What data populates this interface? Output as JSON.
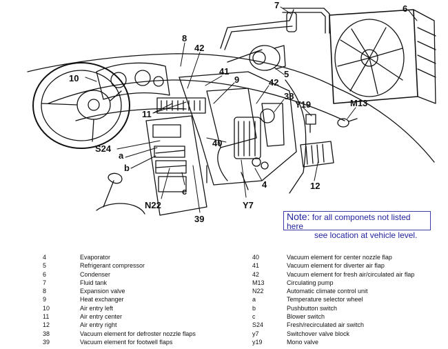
{
  "callouts": {
    "c7": "7",
    "c6": "6",
    "c8": "8",
    "c42a": "42",
    "c41": "41",
    "c5": "5",
    "c10": "10",
    "c9": "9",
    "c42b": "42",
    "c38": "38",
    "cY19": "Y19",
    "cM13": "M13",
    "c11": "11",
    "cS24": "S24",
    "ca": "a",
    "c40": "40",
    "cb": "b",
    "c4": "4",
    "c12": "12",
    "cc": "c",
    "cN22": "N22",
    "c39": "39",
    "cY7": "Y7"
  },
  "note": {
    "label": "Note:",
    "line1": "for all componets not listed here",
    "line2": "see location at vehicle level."
  },
  "legend": {
    "left": [
      {
        "code": "4",
        "text": "Evaporator"
      },
      {
        "code": "5",
        "text": "Refrigerant compressor"
      },
      {
        "code": "6",
        "text": "Condenser"
      },
      {
        "code": "7",
        "text": "Fluid tank"
      },
      {
        "code": "8",
        "text": "Expansion valve"
      },
      {
        "code": "9",
        "text": "Heat exchanger"
      },
      {
        "code": "10",
        "text": "Air entry left"
      },
      {
        "code": "11",
        "text": "Air entry center"
      },
      {
        "code": "12",
        "text": "Air entry right"
      },
      {
        "code": "38",
        "text": "Vacuum element for defroster nozzle flaps"
      },
      {
        "code": "39",
        "text": "Vacuum element for footwell flaps"
      }
    ],
    "right": [
      {
        "code": "40",
        "text": "Vacuum element for center nozzle flap"
      },
      {
        "code": "41",
        "text": "Vacuum element for diverter air flap"
      },
      {
        "code": "42",
        "text": "Vacuum element for fresh air/circulated air flap"
      },
      {
        "code": "M13",
        "text": "Circulating pump"
      },
      {
        "code": "N22",
        "text": "Automatic climate control unit"
      },
      {
        "code": "a",
        "text": "Temperature selector wheel"
      },
      {
        "code": "b",
        "text": "Pushbutton switch"
      },
      {
        "code": "c",
        "text": "Blower switch"
      },
      {
        "code": "S24",
        "text": "Fresh/recirculated air switch"
      },
      {
        "code": "y7",
        "text": "Switchover valve block"
      },
      {
        "code": "y19",
        "text": "Mono valve"
      }
    ]
  }
}
